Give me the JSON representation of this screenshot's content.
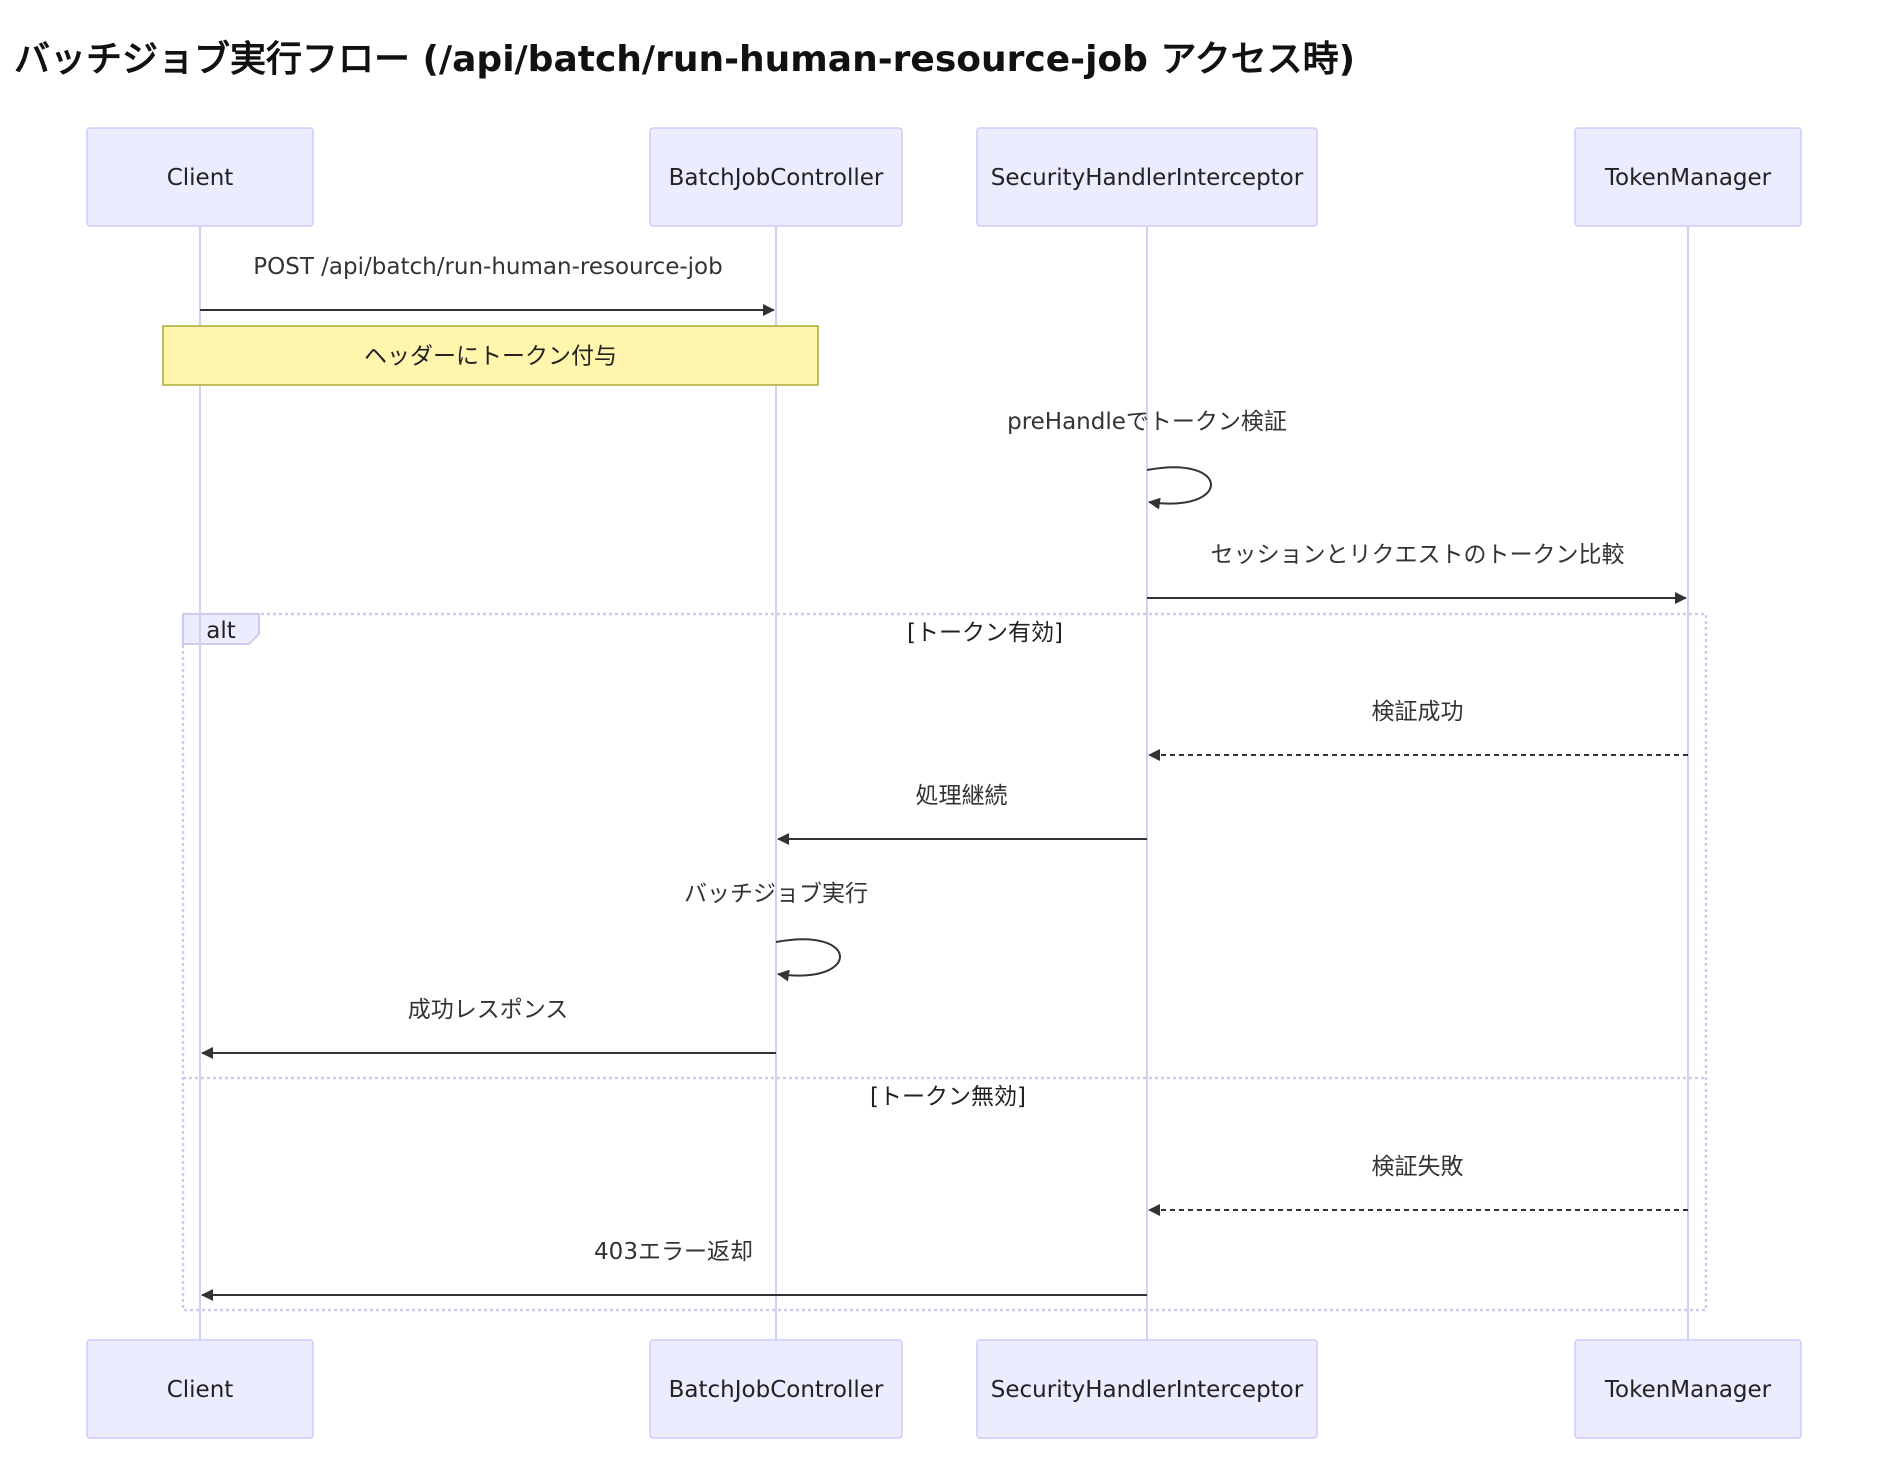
{
  "title": "バッチジョブ実行フロー (/api/batch/run-human-resource-job アクセス時)",
  "actors": [
    {
      "id": "client",
      "label": "Client"
    },
    {
      "id": "controller",
      "label": "BatchJobController"
    },
    {
      "id": "interceptor",
      "label": "SecurityHandlerInterceptor"
    },
    {
      "id": "token",
      "label": "TokenManager"
    }
  ],
  "messages": [
    {
      "from": "client",
      "to": "controller",
      "label": "POST /api/batch/run-human-resource-job",
      "style": "solid"
    },
    {
      "from": "interceptor",
      "to": "interceptor",
      "label": "preHandleでトークン検証",
      "style": "solid"
    },
    {
      "from": "interceptor",
      "to": "token",
      "label": "セッションとリクエストのトークン比較",
      "style": "solid"
    },
    {
      "from": "token",
      "to": "interceptor",
      "label": "検証成功",
      "style": "dashed"
    },
    {
      "from": "interceptor",
      "to": "controller",
      "label": "処理継続",
      "style": "solid"
    },
    {
      "from": "controller",
      "to": "controller",
      "label": "バッチジョブ実行",
      "style": "solid"
    },
    {
      "from": "controller",
      "to": "client",
      "label": "成功レスポンス",
      "style": "solid"
    },
    {
      "from": "token",
      "to": "interceptor",
      "label": "検証失敗",
      "style": "dashed"
    },
    {
      "from": "interceptor",
      "to": "client",
      "label": "403エラー返却",
      "style": "solid"
    }
  ],
  "note": {
    "label": "ヘッダーにトークン付与",
    "over": [
      "client",
      "controller"
    ]
  },
  "alt": {
    "label": "alt",
    "sections": [
      "[トークン有効]",
      "[トークン無効]"
    ]
  },
  "colors": {
    "actor_fill": "#ECECFF",
    "actor_stroke": "#CCCCFF",
    "lifeline": "#D4D0EE",
    "note_fill": "#FFF5AD",
    "note_stroke": "#AAAA33",
    "message": "#333333",
    "frame": "#CCCCEE"
  }
}
